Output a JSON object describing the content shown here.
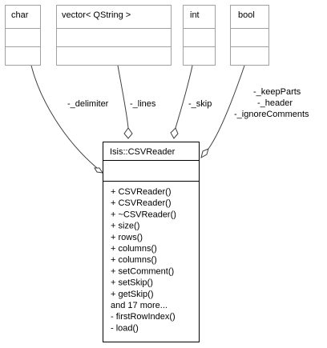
{
  "classes": [
    {
      "id": "char",
      "name": "char"
    },
    {
      "id": "vector",
      "name": "vector< QString >"
    },
    {
      "id": "int",
      "name": "int"
    },
    {
      "id": "bool",
      "name": "bool"
    }
  ],
  "main_class": {
    "name": "Isis::CSVReader",
    "methods": [
      "+ CSVReader()",
      "+ CSVReader()",
      "+ ~CSVReader()",
      "+ size()",
      "+ rows()",
      "+ columns()",
      "+ columns()",
      "+ setComment()",
      "+ setSkip()",
      "+ getSkip()",
      "and 17 more...",
      "- firstRowIndex()",
      "- load()"
    ]
  },
  "edge_labels": {
    "delimiter": "-_delimiter",
    "lines": "-_lines",
    "skip": "-_skip",
    "bool_members": [
      "-_keepParts",
      "-_header",
      "-_ignoreComments"
    ]
  }
}
